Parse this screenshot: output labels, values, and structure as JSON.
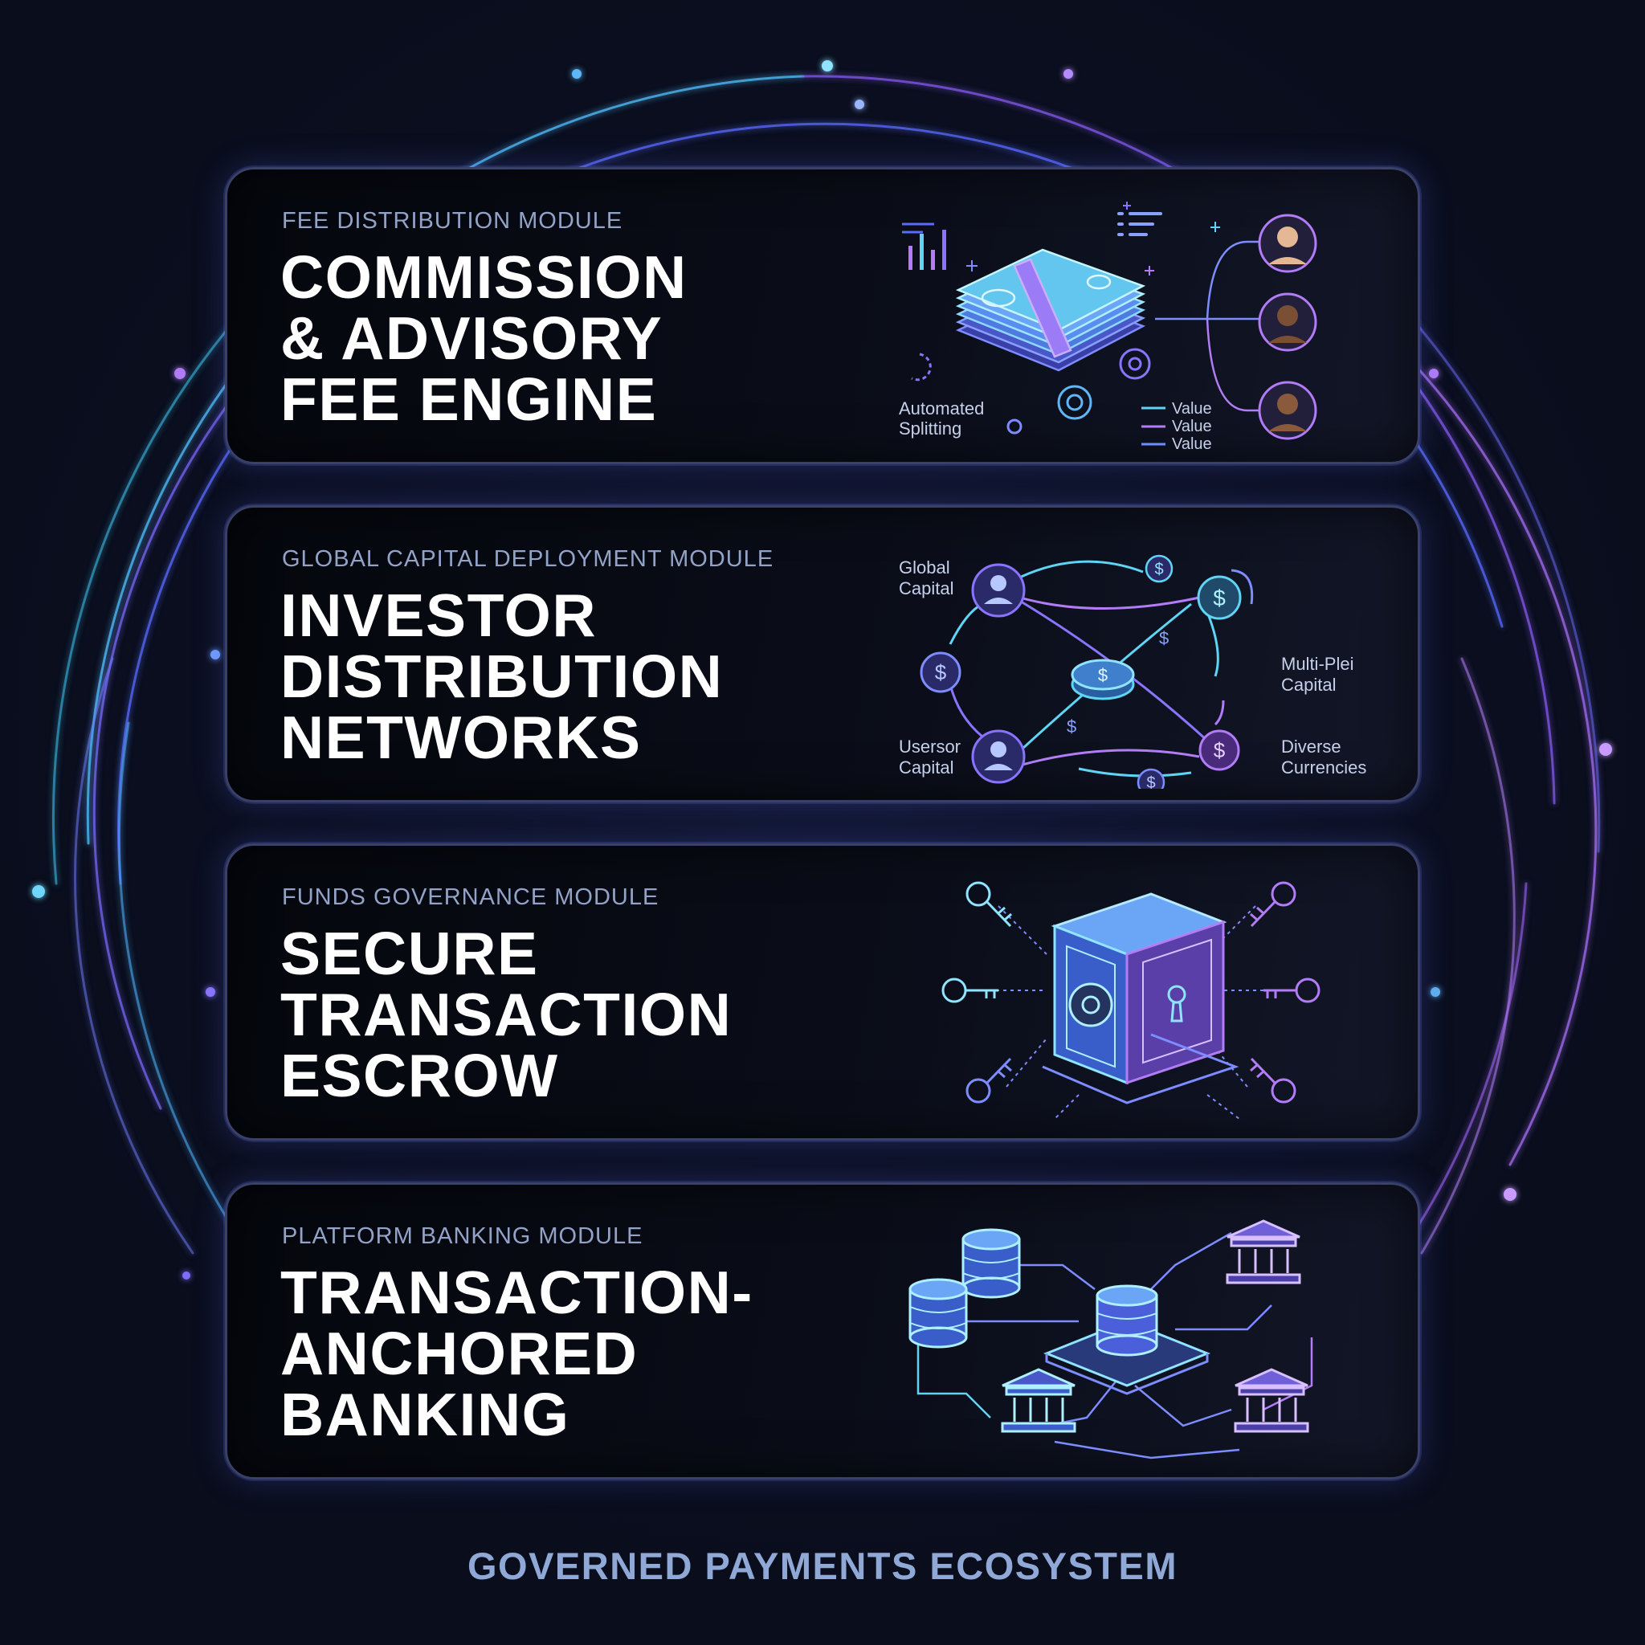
{
  "modules": [
    {
      "label": "FEE DISTRIBUTION MODULE",
      "headline": [
        "COMMISSION",
        "& ADVISORY",
        "FEE ENGINE"
      ],
      "annotations": {
        "automated": [
          "Automated",
          "Splitting"
        ],
        "values": [
          "Value",
          "Value",
          "Value"
        ]
      }
    },
    {
      "label": "GLOBAL CAPITAL DEPLOYMENT MODULE",
      "headline": [
        "INVESTOR",
        "DISTRIBUTION",
        "NETWORKS"
      ],
      "annotations": {
        "global": [
          "Global",
          "Capital"
        ],
        "usersor": [
          "Usersor",
          "Capital"
        ],
        "multi": [
          "Multi-Plei",
          "Capital"
        ],
        "diverse": [
          "Diverse",
          "Currencies"
        ]
      }
    },
    {
      "label": "FUNDS GOVERNANCE MODULE",
      "headline": [
        "SECURE",
        "TRANSACTION",
        "ESCROW"
      ]
    },
    {
      "label": "PLATFORM BANKING MODULE",
      "headline": [
        "TRANSACTION-",
        "ANCHORED",
        "BANKING"
      ]
    }
  ],
  "footer": "GOVERNED PAYMENTS ECOSYSTEM",
  "colors": {
    "background": "#090d1c",
    "accent_cyan": "#5fd4f4",
    "accent_violet": "#b27cf6",
    "accent_blue": "#6f8cff"
  }
}
